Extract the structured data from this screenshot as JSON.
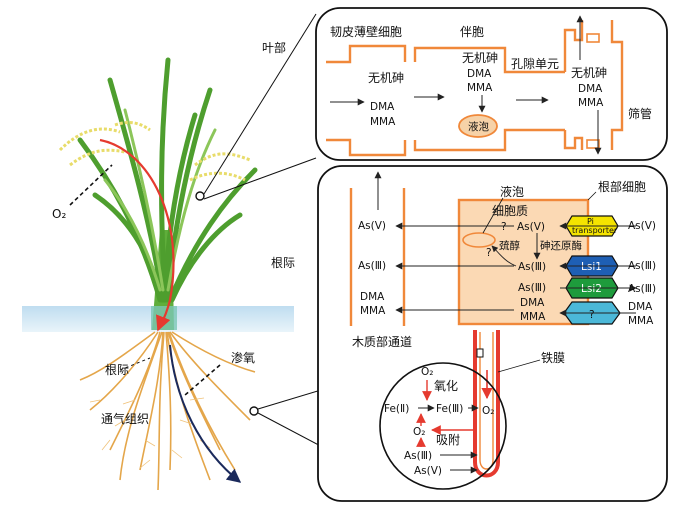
{
  "plant": {
    "leaf_label": "叶部",
    "rhizosphere_label": "根际",
    "o2_label": "O₂",
    "root_label": "根际",
    "aerenchyma_label": "通气组织",
    "seep_label": "渗氧"
  },
  "leaf_panel": {
    "phloem_parenchyma": "韧皮薄壁细胞",
    "companion_cell": "伴胞",
    "plasmodesmata": "孔隙单元",
    "sieve_tube": "筛管",
    "inorganic_as_1": "无机砷",
    "dma_1": "DMA",
    "mma_1": "MMA",
    "inorganic_as_2": "无机砷",
    "dma_2": "DMA",
    "mma_2": "MMA",
    "vacuole": "液泡",
    "inorganic_as_3": "无机砷",
    "dma_3": "DMA",
    "mma_3": "MMA"
  },
  "root_panel": {
    "vacuole": "液泡",
    "root_cell": "根部细胞",
    "cytoplasm": "细胞质",
    "sulfhydryl": "巯醇",
    "reductase": "砷还原酶",
    "xylem": "木质部通道",
    "iron_plaque": "铁膜",
    "as_v_xylem": "As(Ⅴ)",
    "as_iii_xylem": "As(Ⅲ)",
    "dma_xylem": "DMA",
    "mma_xylem": "MMA",
    "as_v_cell": "As(Ⅴ)",
    "as_iii_cell": "As(Ⅲ)",
    "as_iii_cell2": "As(Ⅲ)",
    "dma_cell": "DMA",
    "mma_cell": "MMA",
    "q1": "?",
    "q2": "?",
    "q3": "?",
    "pi_transporter_1": "Pi",
    "pi_transporter_2": "transporter",
    "lsi1": "Lsi1",
    "lsi2": "Lsi2",
    "as_v_out": "As(Ⅴ)",
    "as_iii_out1": "As(Ⅲ)",
    "as_iii_out2": "As(Ⅲ)",
    "dma_out": "DMA",
    "mma_out": "MMA"
  },
  "root_zoom": {
    "o2_top": "O₂",
    "oxidation": "氧化",
    "fe2": "Fe(Ⅱ)",
    "fe3": "Fe(Ⅲ)",
    "o2_mid": "O₂",
    "o2_root": "O₂",
    "adsorption": "吸附",
    "as3": "As(Ⅲ)",
    "as5": "As(Ⅴ)"
  },
  "colors": {
    "orange": "#F0883A",
    "red": "#E53A2F",
    "pi_yellow": "#F5E400",
    "lsi1_blue": "#1E5FB4",
    "lsi2_green": "#1E9B3C",
    "q_cyan": "#4BB8D8",
    "navy": "#1B2A5C",
    "water": "#CFE6F4"
  }
}
